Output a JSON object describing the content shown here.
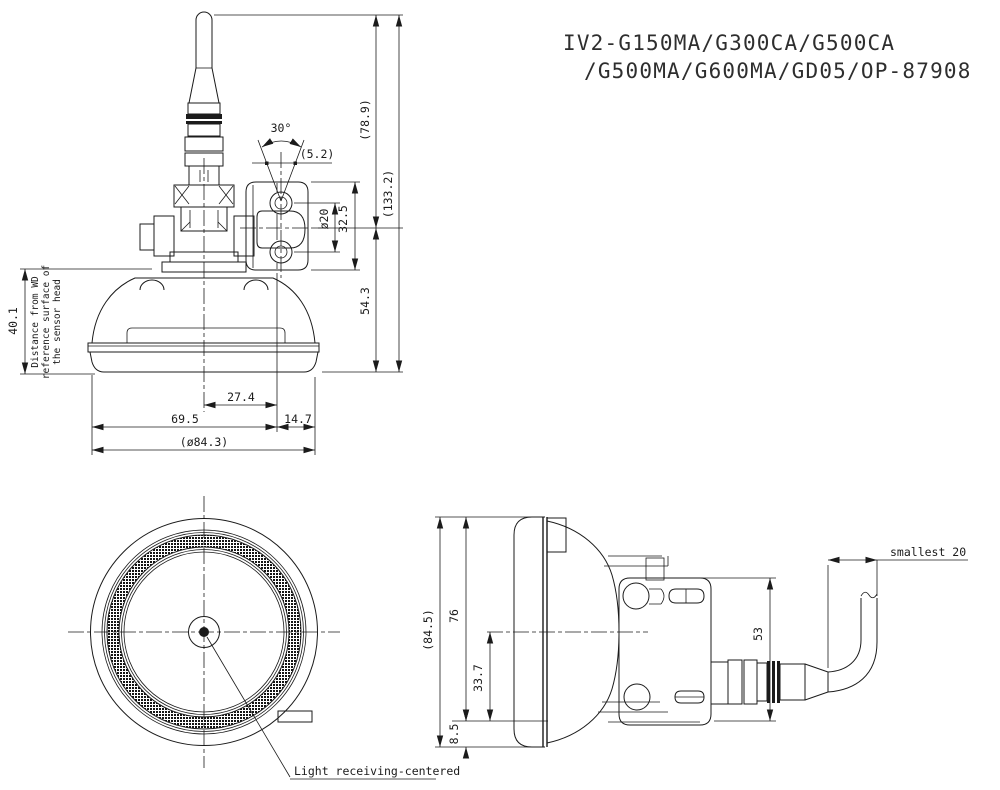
{
  "title": {
    "line1": "IV2-G150MA/G300CA/G500CA",
    "line2": "/G500MA/G600MA/GD05/OP-87908"
  },
  "colors": {
    "ink": "#1b1b1b",
    "paper": "#ffffff"
  },
  "side_view": {
    "beam_angle": "30°",
    "beam_width": "(5.2)",
    "hole_dia": "ø20",
    "bracket_height": "32.5",
    "upper_height": "(78.9)",
    "total_height": "(133.2)",
    "lower_height": "54.3",
    "wd_distance": "40.1",
    "wd_note_line1": "Distance from WD",
    "wd_note_line2": "reference surface of",
    "wd_note_line3": "the sensor head",
    "center_offset": "27.4",
    "body_width": "69.5",
    "overhang": "14.7",
    "outer_dia": "(ø84.3)"
  },
  "front_view": {
    "light_label": "Light receiving-centered"
  },
  "rear_view": {
    "overall": "(84.5)",
    "body": "76",
    "axis_offset": "33.7",
    "base": "8.5",
    "bracket": "53",
    "cable_bend": "smallest 20"
  }
}
